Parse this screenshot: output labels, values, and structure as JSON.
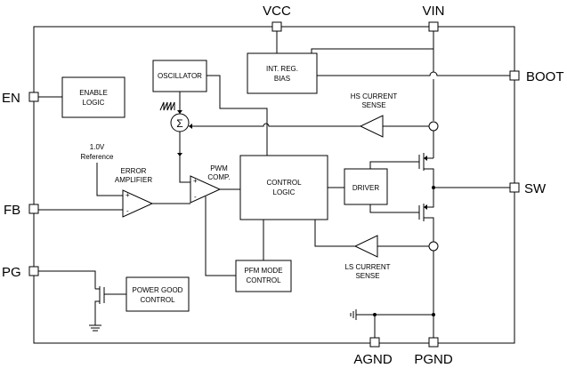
{
  "pins": {
    "vcc": "VCC",
    "vin": "VIN",
    "boot": "BOOT",
    "en": "EN",
    "sw": "SW",
    "fb": "FB",
    "pg": "PG",
    "agnd": "AGND",
    "pgnd": "PGND"
  },
  "blocks": {
    "enable_logic": [
      "ENABLE",
      "LOGIC"
    ],
    "oscillator": "OSCILLATOR",
    "int_reg_bias": [
      "INT. REG.",
      "BIAS"
    ],
    "hs_current_sense": [
      "HS CURRENT",
      "SENSE"
    ],
    "reference": [
      "1.0V",
      "Reference"
    ],
    "error_amplifier": [
      "ERROR",
      "AMPLIFIER"
    ],
    "pwm_comp": [
      "PWM",
      "COMP."
    ],
    "control_logic": [
      "CONTROL",
      "LOGIC"
    ],
    "driver": "DRIVER",
    "ls_current_sense": [
      "LS CURRENT",
      "SENSE"
    ],
    "pfm_mode_control": [
      "PFM MODE",
      "CONTROL"
    ],
    "power_good_control": [
      "POWER GOOD",
      "CONTROL"
    ]
  },
  "symbols": {
    "summer": "Σ",
    "plus": "+",
    "minus": "-"
  }
}
